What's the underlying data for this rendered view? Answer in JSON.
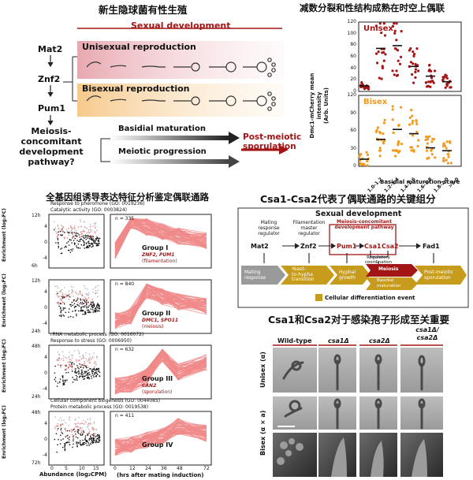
{
  "panelA": {
    "title": "新生隐球菌有性生殖",
    "sexual_dev": "Sexual development",
    "uni_label": "Unisexual reproduction",
    "bi_label": "Bisexual reproduction",
    "genes": [
      "Mat2",
      "Znf2",
      "Pum1"
    ],
    "pathway": "Meiosis-concomitant\ndevelopment\npathway?",
    "basidial": "Basidial maturation",
    "meiotic": "Meiotic progression",
    "post": "Post-meiotic\nsporulation",
    "colors": {
      "red": "#a31515",
      "uni_bg": "#f3d1d5",
      "bi_bg": "#fbe5c6"
    }
  },
  "panelB": {
    "title": "减数分裂和性结构成熟在时空上偶联",
    "ylabel": "Dmc1-mCherry mean intensity\n(Arb. Units)",
    "xlabel": "Basidial maturation score",
    "unisex": "Unisex",
    "bisex": "Bisex",
    "uni_ticks": [
      "0",
      "20",
      "40",
      "60",
      "80",
      "100",
      "120"
    ],
    "bi_ticks": [
      "0",
      "30",
      "60",
      "90",
      "120"
    ],
    "categories": [
      "1.0-1.2",
      "1.2-1.4",
      "1.4-1.6",
      "1.6-1.8",
      "1.8-2.0",
      ">2.0"
    ]
  },
  "panelC": {
    "title": "全基因组诱导表达特征分析鉴定偶联通路",
    "groups": [
      {
        "go1": "Response to pheromone (GO: 0019236)",
        "go2": "Catalytic activity (GO: 0003824)",
        "n": "n = 335",
        "name": "Group I",
        "genes": "ZNF2, PUM1",
        "note": "(filamentation)",
        "ytop": "12h",
        "ybot": "6h"
      },
      {
        "go1": "",
        "go2": "",
        "n": "n = 840",
        "name": "Group II",
        "genes": "DMC1, SPO11",
        "note": "(meiosis)",
        "ytop": "12h",
        "ybot": "24h"
      },
      {
        "go1": "rRNA metabolic process (GO: 0016072)",
        "go2": "Response to stress (GO: 0006950)",
        "n": "n = 632",
        "name": "Group III",
        "genes": "CAN2",
        "note": "(sporulation)",
        "ytop": "48h",
        "ybot": "24h"
      },
      {
        "go1": "Cellular component biogenesis (GO: 0044085)",
        "go2": "Protein metabolic process (GO: 0019538)",
        "n": "n = 411",
        "name": "Group IV",
        "genes": "",
        "note": "",
        "ytop": "48h",
        "ybot": "72h"
      }
    ],
    "ylabel": "Enrichment (log₂FC)",
    "xlabel_left": "Abundance (log₂CPM)",
    "xlabel_right": "(hrs after mating induction)",
    "left_ticks_y": [
      "4",
      "0",
      "-4"
    ],
    "left_ticks_x": [
      "0",
      "5",
      "10",
      "15"
    ],
    "right_ticks_x": [
      "0",
      "12",
      "24",
      "36",
      "48",
      "72"
    ]
  },
  "panelD": {
    "title": "Csa1-Csa2代表了偶联通路的关键组分",
    "sexual_dev": "Sexual development",
    "head1": "Mating\nresponse\nregulator",
    "head2": "Filamentation\nmaster\nregulator",
    "head3": "Meiosis-concomitant\ndevelopment pathway",
    "genes": [
      "Mat2",
      "Znf2",
      "Pum1",
      "Csa1",
      "Csa2",
      "Fad1"
    ],
    "reg": "Regulatory\ncoordination",
    "stages": [
      "Mating\nresponse",
      "Yeast-\nto-hypha\ntransition",
      "Hyphal\ngrowth",
      "Meiosis",
      "Basidial\nmaturation",
      "Post-meiotic\nsporulation"
    ],
    "legend": "Cellular differentiation event"
  },
  "panelE": {
    "title": "Csa1和Csa2对于感染孢子形成至关重要",
    "cols": [
      "Wild-type",
      "csa1Δ",
      "csa2Δ",
      "csa1Δ/\ncsa2Δ"
    ],
    "rows": [
      "Unisex (α)",
      "Bisex (α × a)"
    ]
  }
}
